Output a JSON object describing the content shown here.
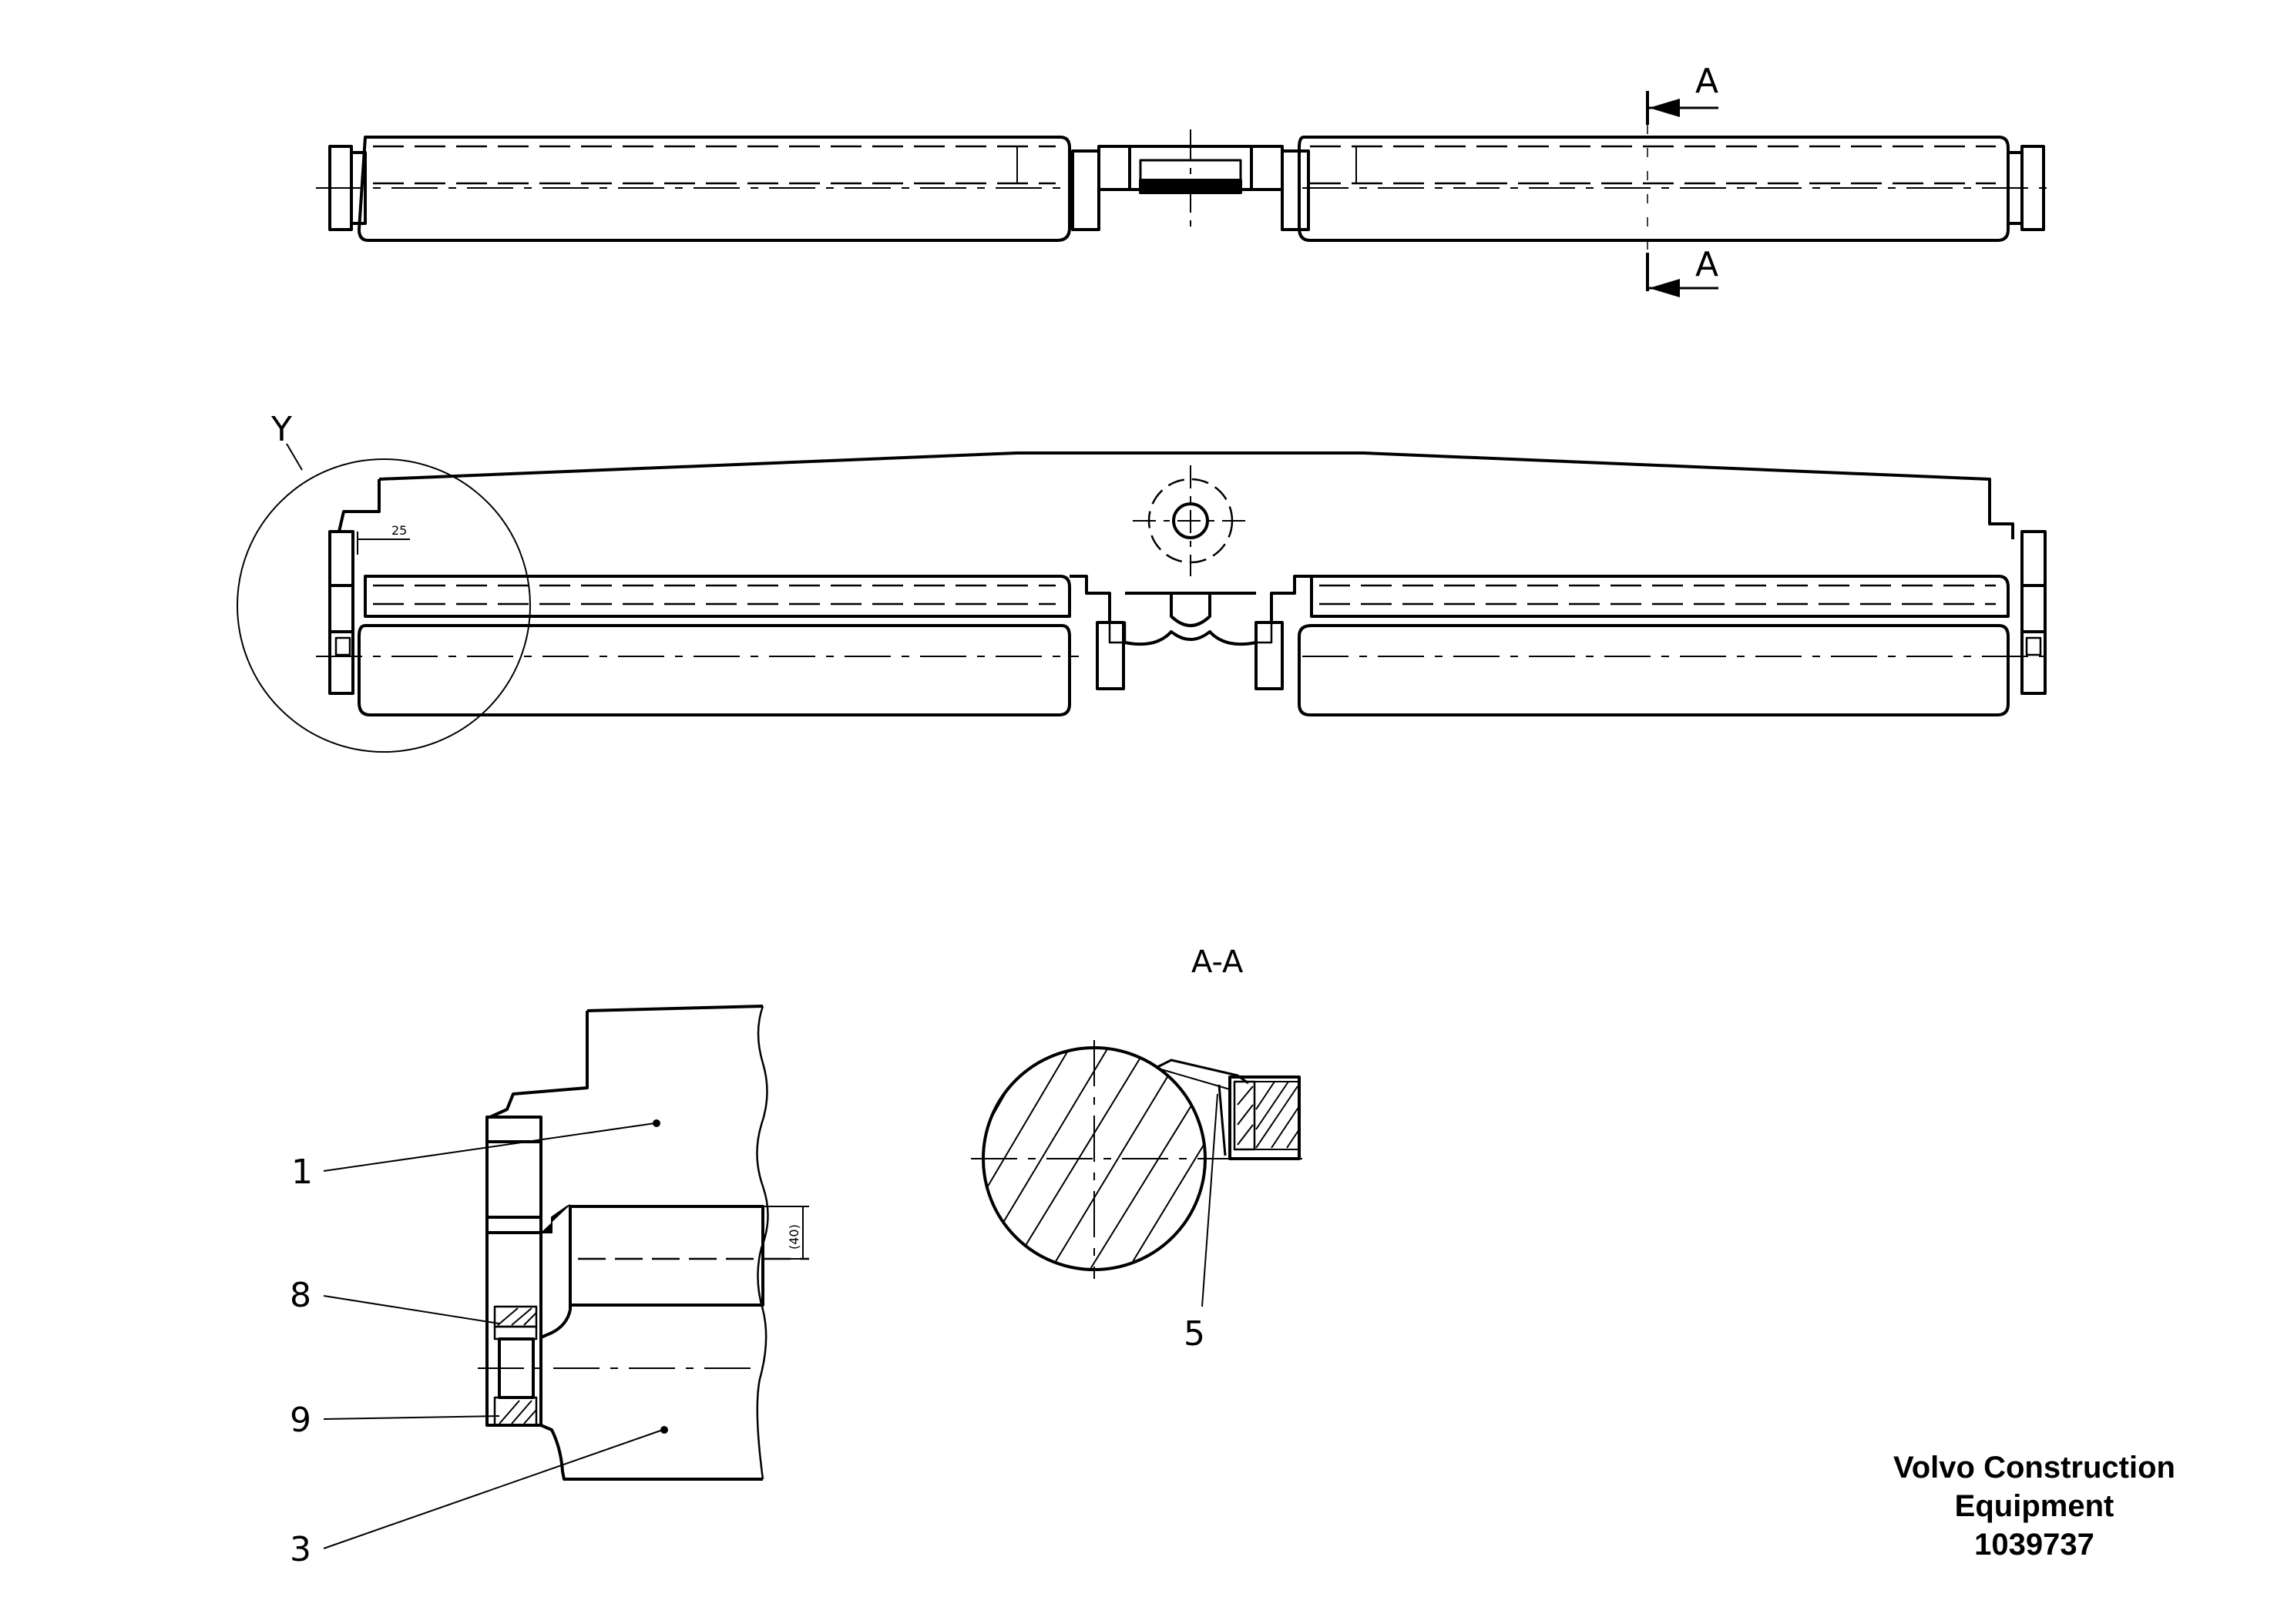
{
  "view_labels": {
    "section_mark": "A",
    "section_title": "A-A",
    "detail_mark": "Y",
    "small_dim": "25",
    "detail_dim": "(40)"
  },
  "callouts": {
    "c1": "1",
    "c3": "3",
    "c5": "5",
    "c8": "8",
    "c9": "9"
  },
  "title_block": {
    "line1": "Volvo Construction",
    "line2": "Equipment",
    "line3": "1039737"
  }
}
